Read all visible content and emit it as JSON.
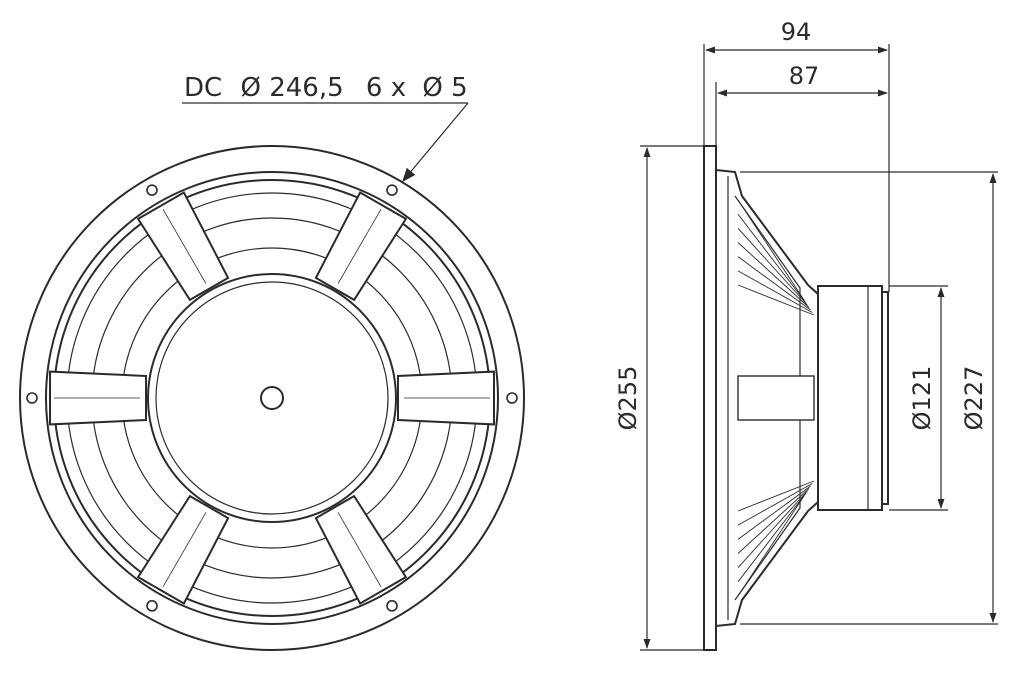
{
  "front_view": {
    "callout": {
      "prefix": "DC",
      "symbol": "Ø",
      "circle_value": "246,5",
      "count": "6 x",
      "hole_value": "5"
    }
  },
  "side_view": {
    "dims": {
      "overall_depth": "94",
      "depth_to_mounting": "87",
      "outer_diameter": "Ø255",
      "baffle_diameter": "Ø227",
      "magnet_diameter": "Ø121"
    }
  }
}
